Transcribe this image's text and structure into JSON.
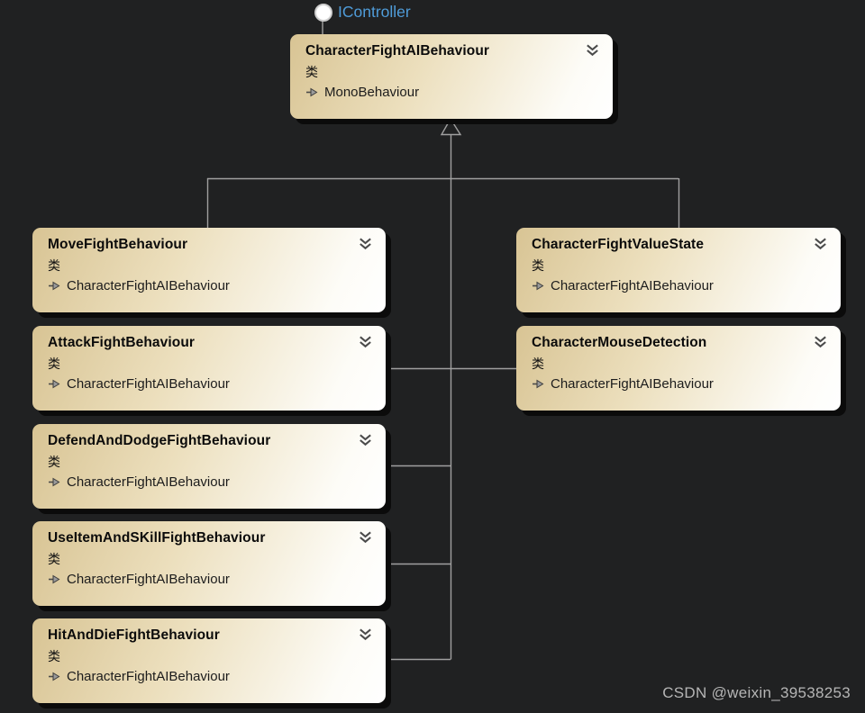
{
  "interface": {
    "label": "IController"
  },
  "watermark": "CSDN @weixin_39538253",
  "classes": [
    {
      "title": "CharacterFightAIBehaviour",
      "stereotype": "类",
      "parent": "MonoBehaviour"
    },
    {
      "title": "MoveFightBehaviour",
      "stereotype": "类",
      "parent": "CharacterFightAIBehaviour"
    },
    {
      "title": "AttackFightBehaviour",
      "stereotype": "类",
      "parent": "CharacterFightAIBehaviour"
    },
    {
      "title": "DefendAndDodgeFightBehaviour",
      "stereotype": "类",
      "parent": "CharacterFightAIBehaviour"
    },
    {
      "title": "UseItemAndSKillFightBehaviour",
      "stereotype": "类",
      "parent": "CharacterFightAIBehaviour"
    },
    {
      "title": "HitAndDieFightBehaviour",
      "stereotype": "类",
      "parent": "CharacterFightAIBehaviour"
    },
    {
      "title": "CharacterFightValueState",
      "stereotype": "类",
      "parent": "CharacterFightAIBehaviour"
    },
    {
      "title": "CharacterMouseDetection",
      "stereotype": "类",
      "parent": "CharacterFightAIBehaviour"
    }
  ],
  "icons": {
    "collapse": "chevron-double-down",
    "inherits": "arrow-right",
    "interface_node": "lollipop-circle"
  },
  "colors": {
    "background": "#202122",
    "box_gradient_start": "#d8c494",
    "box_gradient_end": "#ffffff",
    "connector_line": "#a0a0a0",
    "interface_label": "#4f9cd9",
    "watermark": "#b5b5b5",
    "shadow": "#0b0b0b"
  }
}
